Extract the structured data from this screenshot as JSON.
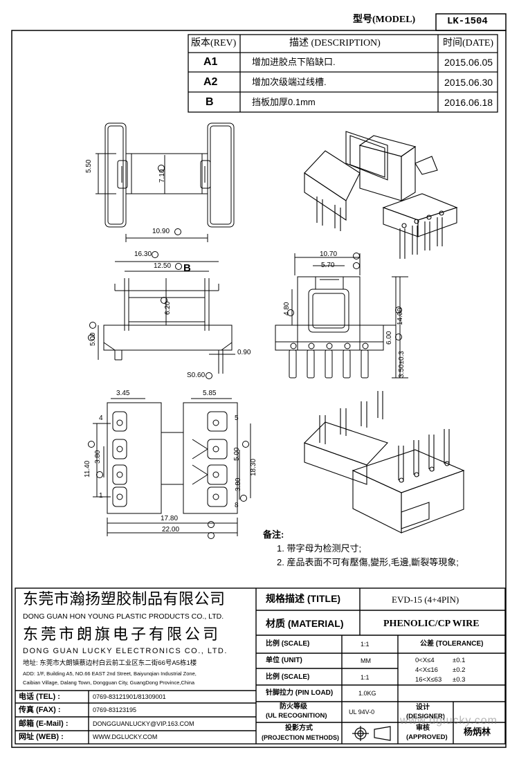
{
  "header": {
    "model_label": "型号(MODEL)",
    "model_value": "LK-1504"
  },
  "revision": {
    "headers": {
      "rev": "版本(REV)",
      "desc": "描述 (DESCRIPTION)",
      "date": "时间(DATE)"
    },
    "rows": [
      {
        "rev": "A1",
        "desc": "增加进胶点下陷缺口.",
        "date": "2015.06.05"
      },
      {
        "rev": "A2",
        "desc": "增加次级端过线槽.",
        "date": "2015.06.30"
      },
      {
        "rev": "B",
        "desc": "挡板加厚0.1mm",
        "date": "2016.06.18"
      }
    ]
  },
  "dims": {
    "d550": "5.50",
    "d710": "7.10",
    "d1090": "10.90",
    "c10": "⑩",
    "c9": "⑨",
    "d1630": "16.30",
    "d1250": "12.50",
    "d620": "6.20",
    "d500": "5.00",
    "d090": "0.90",
    "s060": "S0.60",
    "mB": "B",
    "c1": "①",
    "c2": "②",
    "c3": "③",
    "c4": "④",
    "c5": "⑤",
    "c6": "⑥",
    "c7": "⑦",
    "c8": "⑧",
    "d1070": "10.70",
    "d570": "5.70",
    "d480": "4.80",
    "d1400": "14.00",
    "d600": "6.00",
    "d350": "3.50±0.3",
    "d345": "3.45",
    "d585": "5.85",
    "d1140": "11.40",
    "d380a": "3.80",
    "d500b": "5.00",
    "d1830": "18.30",
    "d380b": "3.80",
    "d1780": "17.80",
    "d2200": "22.00",
    "p1": "1",
    "p4": "4",
    "p5": "5",
    "p8": "8"
  },
  "notes": {
    "title": "备注:",
    "items": [
      "1. 带字母为检测尺寸;",
      "2. 産品表面不可有壓傷,變形,毛邊,斷裂等現象;"
    ]
  },
  "company": {
    "cn1": "东莞市瀚扬塑胶制品有限公司",
    "en1": "DONG GUAN HON YOUNG PLASTIC PRODUCTS CO., LTD.",
    "cn2": "东莞市朗旗电子有限公司",
    "en2": "DONG GUAN LUCKY ELECTRONICS CO., LTD.",
    "addr1": "地址: 东莞市大朗镇蔡边村白云前工业区东二街66号A5栋1楼",
    "addr2": "ADD: 1/F, Building A5, NO.66 EAST 2nd Street, Baiyunqian Industrial Zone,",
    "addr3": "Caibian Village, Dalang Town, Dongguan City, GuangDong Province,China"
  },
  "contact": [
    {
      "label": "电话 (TEL) :",
      "value": "0769-83121901/81309001"
    },
    {
      "label": "传真 (FAX) :",
      "value": "0769-83123195"
    },
    {
      "label": "邮箱 (E-Mail) :",
      "value": "DONGGUANLUCKY@VIP.163.COM"
    },
    {
      "label": "网址 (WEB) :",
      "value": "WWW.DGLUCKY.COM"
    }
  ],
  "spec": {
    "title_label": "规格描述 (TITLE)",
    "title_value": "EVD-15 (4+4PIN)",
    "material_label": "材质 (MATERIAL)",
    "material_value": "PHENOLIC/CP WIRE",
    "scale_label": "比例 (SCALE)",
    "scale_value": "1:1",
    "unit_label": "单位 (UNIT)",
    "unit_value": "MM",
    "scale2_label": "比例 (SCALE)",
    "scale2_value": "1:1",
    "pin_label": "针脚拉力 (PIN LOAD)",
    "pin_value": "1.0KG",
    "fire_label1": "防火等级",
    "fire_label2": "(UL RECOGNITION)",
    "fire_value": "UL 94V-0",
    "proj_label1": "投影方式",
    "proj_label2": "(PROJECTION METHODS)",
    "tol_title": "公差 (TOLERANCE)",
    "tol": [
      {
        "range": "0<X≤4",
        "val": "±0.1"
      },
      {
        "range": "4<X≤16",
        "val": "±0.2"
      },
      {
        "range": "16<X≤63",
        "val": "±0.3"
      }
    ],
    "designer_cn": "设计",
    "designer_en": "(DESIGNER)",
    "approved_cn": "审核",
    "approved_en": "(APPROVED)",
    "approved_value": "杨炳林",
    "watermark": "www.dglucky.com"
  }
}
